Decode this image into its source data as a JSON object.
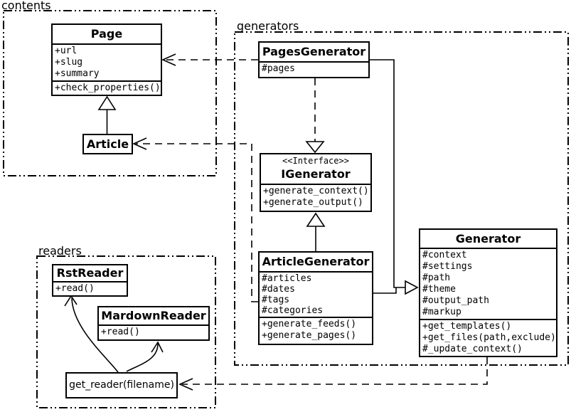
{
  "diagram": {
    "packages": [
      {
        "id": "contents",
        "label": "contents"
      },
      {
        "id": "generators",
        "label": "generators"
      },
      {
        "id": "readers",
        "label": "readers"
      }
    ],
    "classes": {
      "page": {
        "title": "Page",
        "attributes": [
          "+url",
          "+slug",
          "+summary"
        ],
        "methods": [
          "+check_properties()"
        ]
      },
      "article": {
        "title": "Article"
      },
      "pages_generator": {
        "title": "PagesGenerator",
        "attributes": [
          "#pages"
        ]
      },
      "igenerator": {
        "stereotype": "<<Interface>>",
        "title": "IGenerator",
        "methods": [
          "+generate_context()",
          "+generate_output()"
        ]
      },
      "article_generator": {
        "title": "ArticleGenerator",
        "attributes": [
          "#articles",
          "#dates",
          "#tags",
          "#categories"
        ],
        "methods": [
          "+generate_feeds()",
          "+generate_pages()"
        ]
      },
      "generator": {
        "title": "Generator",
        "attributes": [
          "#context",
          "#settings",
          "#path",
          "#theme",
          "#output_path",
          "#markup"
        ],
        "methods": [
          "+get_templates()",
          "+get_files(path,exclude)",
          "#_update_context()"
        ]
      },
      "rst_reader": {
        "title": "RstReader",
        "methods": [
          "+read()"
        ]
      },
      "mardown_reader": {
        "title": "MardownReader",
        "methods": [
          "+read()"
        ]
      },
      "get_reader": {
        "label": "get_reader(filename)"
      }
    },
    "colors": {
      "line": "#000000",
      "background": "#ffffff"
    }
  }
}
